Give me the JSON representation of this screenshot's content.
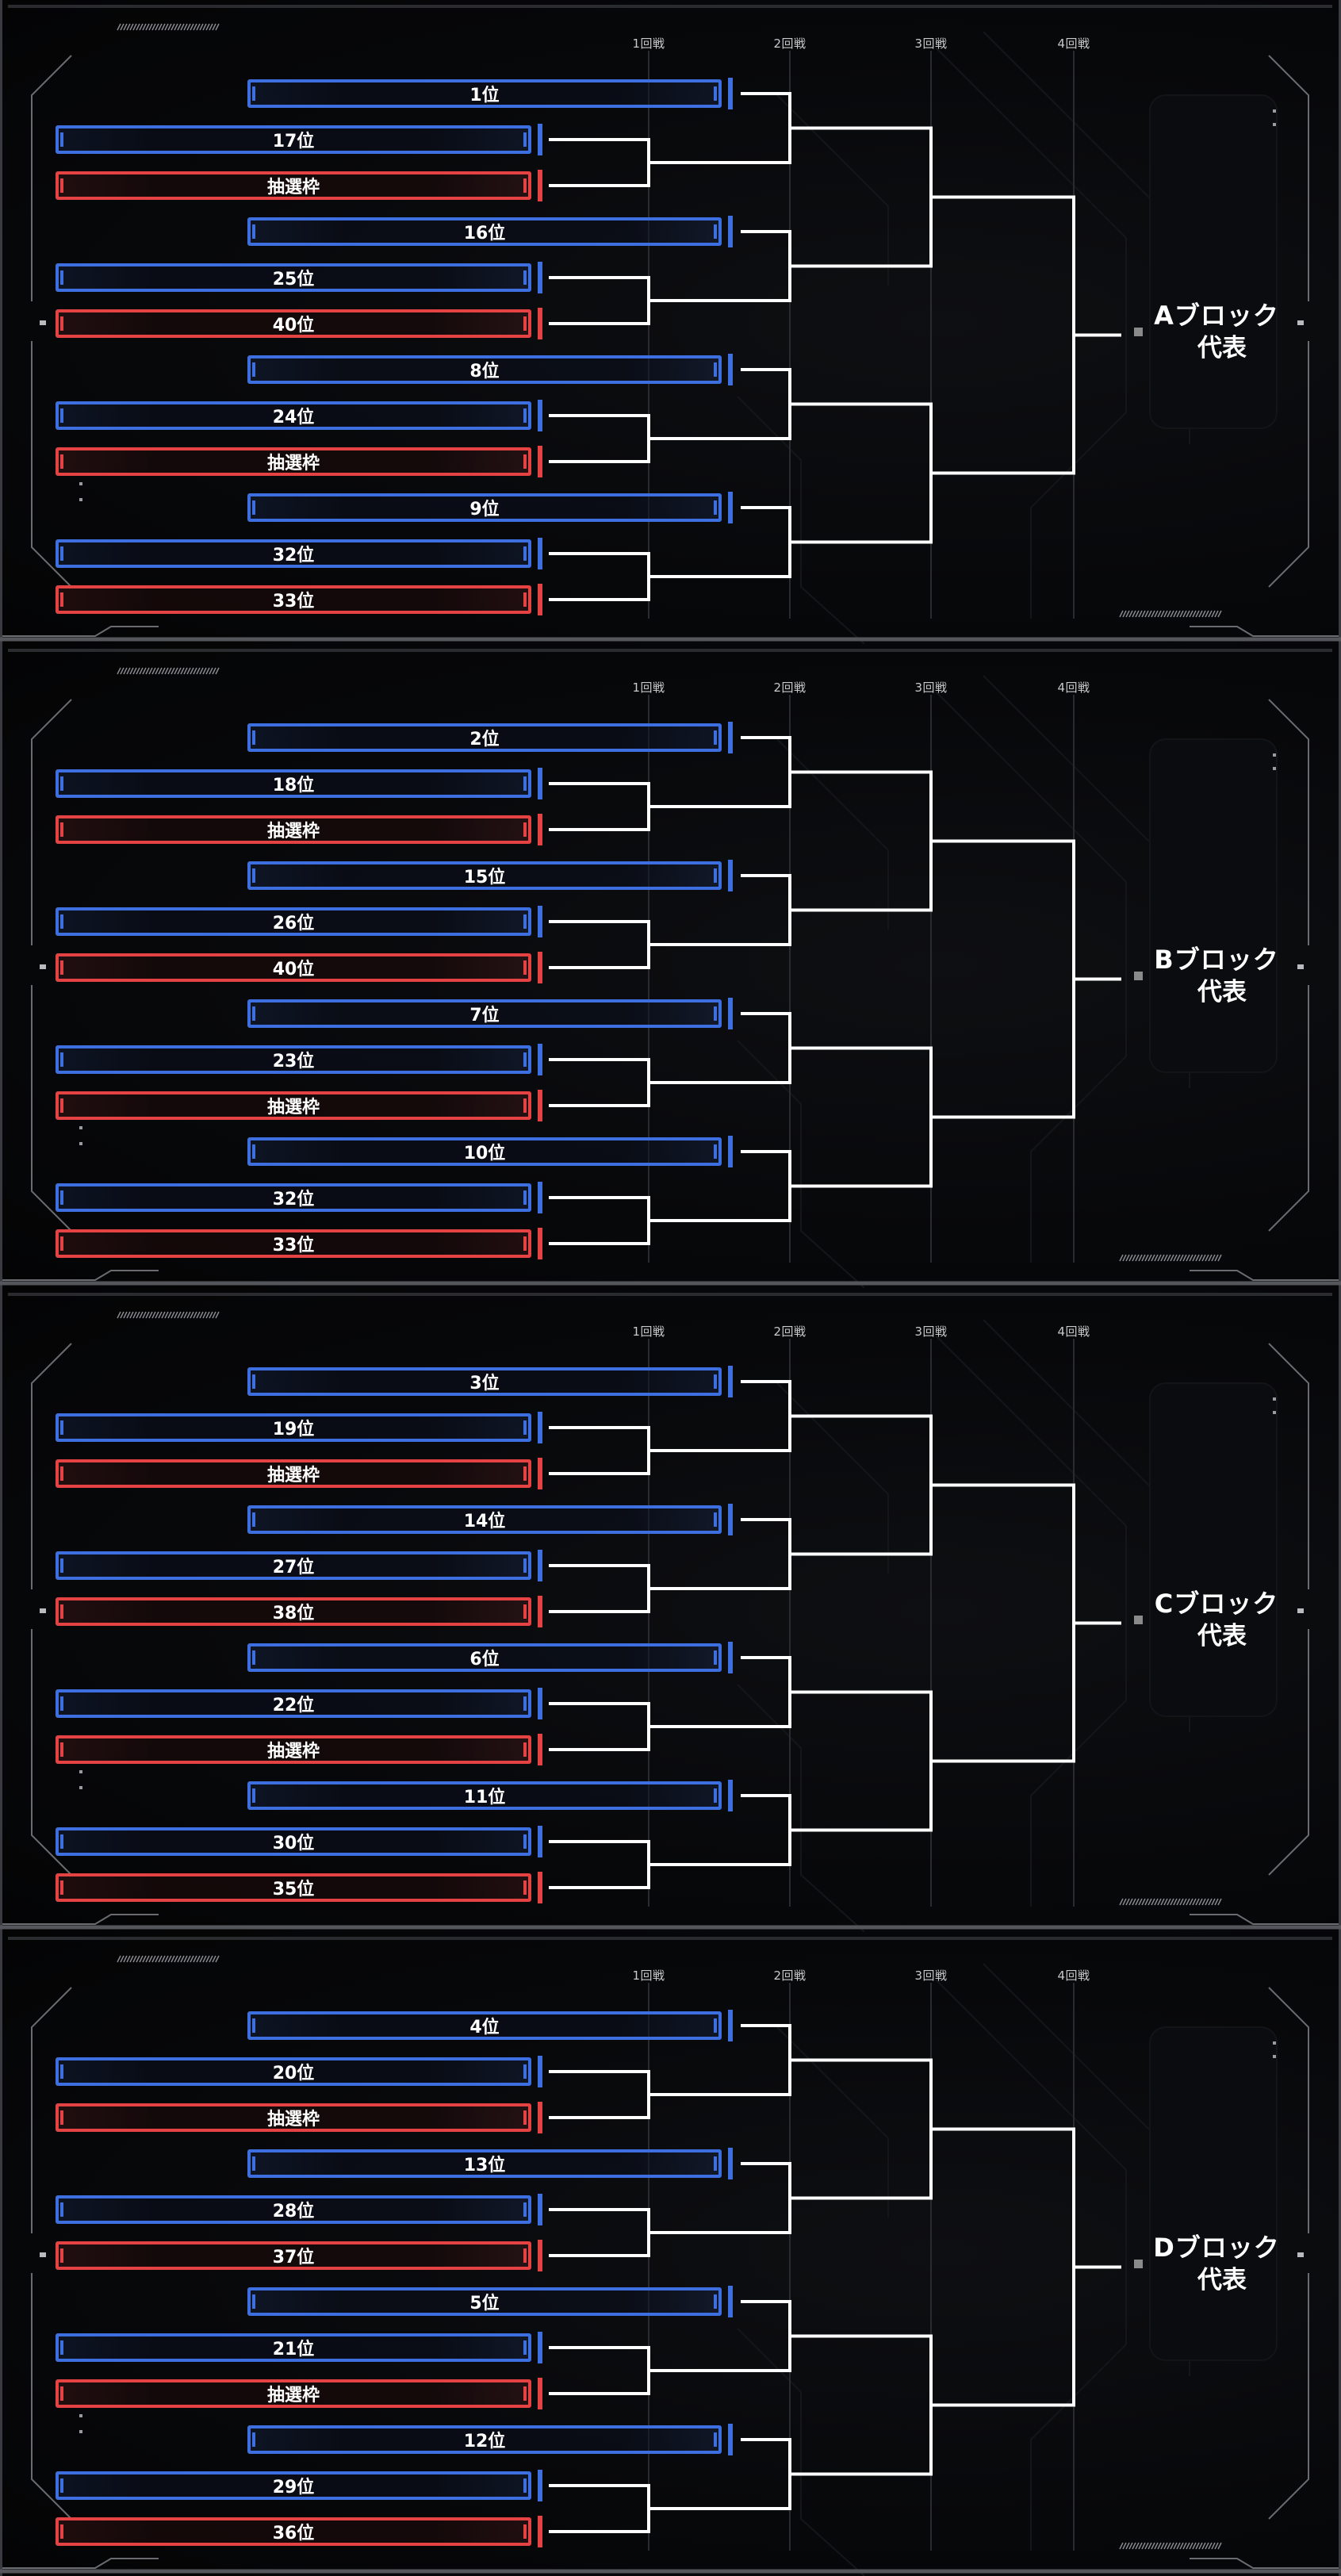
{
  "rounds": [
    "1回戦",
    "2回戦",
    "3回戦",
    "4回戦"
  ],
  "blocks": [
    {
      "representative": {
        "line1": "Aブロック",
        "line2": "代表"
      },
      "slots": [
        {
          "label": "1位",
          "type": "seed"
        },
        {
          "label": "17位",
          "type": "qualified"
        },
        {
          "label": "抽選枠",
          "type": "lottery"
        },
        {
          "label": "16位",
          "type": "seed"
        },
        {
          "label": "25位",
          "type": "qualified"
        },
        {
          "label": "40位",
          "type": "lottery"
        },
        {
          "label": "8位",
          "type": "seed"
        },
        {
          "label": "24位",
          "type": "qualified"
        },
        {
          "label": "抽選枠",
          "type": "lottery"
        },
        {
          "label": "9位",
          "type": "seed"
        },
        {
          "label": "32位",
          "type": "qualified"
        },
        {
          "label": "33位",
          "type": "lottery"
        }
      ]
    },
    {
      "representative": {
        "line1": "Bブロック",
        "line2": "代表"
      },
      "slots": [
        {
          "label": "2位",
          "type": "seed"
        },
        {
          "label": "18位",
          "type": "qualified"
        },
        {
          "label": "抽選枠",
          "type": "lottery"
        },
        {
          "label": "15位",
          "type": "seed"
        },
        {
          "label": "26位",
          "type": "qualified"
        },
        {
          "label": "40位",
          "type": "lottery"
        },
        {
          "label": "7位",
          "type": "seed"
        },
        {
          "label": "23位",
          "type": "qualified"
        },
        {
          "label": "抽選枠",
          "type": "lottery"
        },
        {
          "label": "10位",
          "type": "seed"
        },
        {
          "label": "32位",
          "type": "qualified"
        },
        {
          "label": "33位",
          "type": "lottery"
        }
      ]
    },
    {
      "representative": {
        "line1": "Cブロック",
        "line2": "代表"
      },
      "slots": [
        {
          "label": "3位",
          "type": "seed"
        },
        {
          "label": "19位",
          "type": "qualified"
        },
        {
          "label": "抽選枠",
          "type": "lottery"
        },
        {
          "label": "14位",
          "type": "seed"
        },
        {
          "label": "27位",
          "type": "qualified"
        },
        {
          "label": "38位",
          "type": "lottery"
        },
        {
          "label": "6位",
          "type": "seed"
        },
        {
          "label": "22位",
          "type": "qualified"
        },
        {
          "label": "抽選枠",
          "type": "lottery"
        },
        {
          "label": "11位",
          "type": "seed"
        },
        {
          "label": "30位",
          "type": "qualified"
        },
        {
          "label": "35位",
          "type": "lottery"
        }
      ]
    },
    {
      "representative": {
        "line1": "Dブロック",
        "line2": "代表"
      },
      "slots": [
        {
          "label": "4位",
          "type": "seed"
        },
        {
          "label": "20位",
          "type": "qualified"
        },
        {
          "label": "抽選枠",
          "type": "lottery"
        },
        {
          "label": "13位",
          "type": "seed"
        },
        {
          "label": "28位",
          "type": "qualified"
        },
        {
          "label": "37位",
          "type": "lottery"
        },
        {
          "label": "5位",
          "type": "seed"
        },
        {
          "label": "21位",
          "type": "qualified"
        },
        {
          "label": "抽選枠",
          "type": "lottery"
        },
        {
          "label": "12位",
          "type": "seed"
        },
        {
          "label": "29位",
          "type": "qualified"
        },
        {
          "label": "36位",
          "type": "lottery"
        }
      ]
    }
  ],
  "colors": {
    "seed": "#3e6fe0",
    "qualified": "#3e6fe0",
    "lottery": "#e54343",
    "bracket_line": "#ffffff",
    "round_divider": "#2a2b30"
  }
}
